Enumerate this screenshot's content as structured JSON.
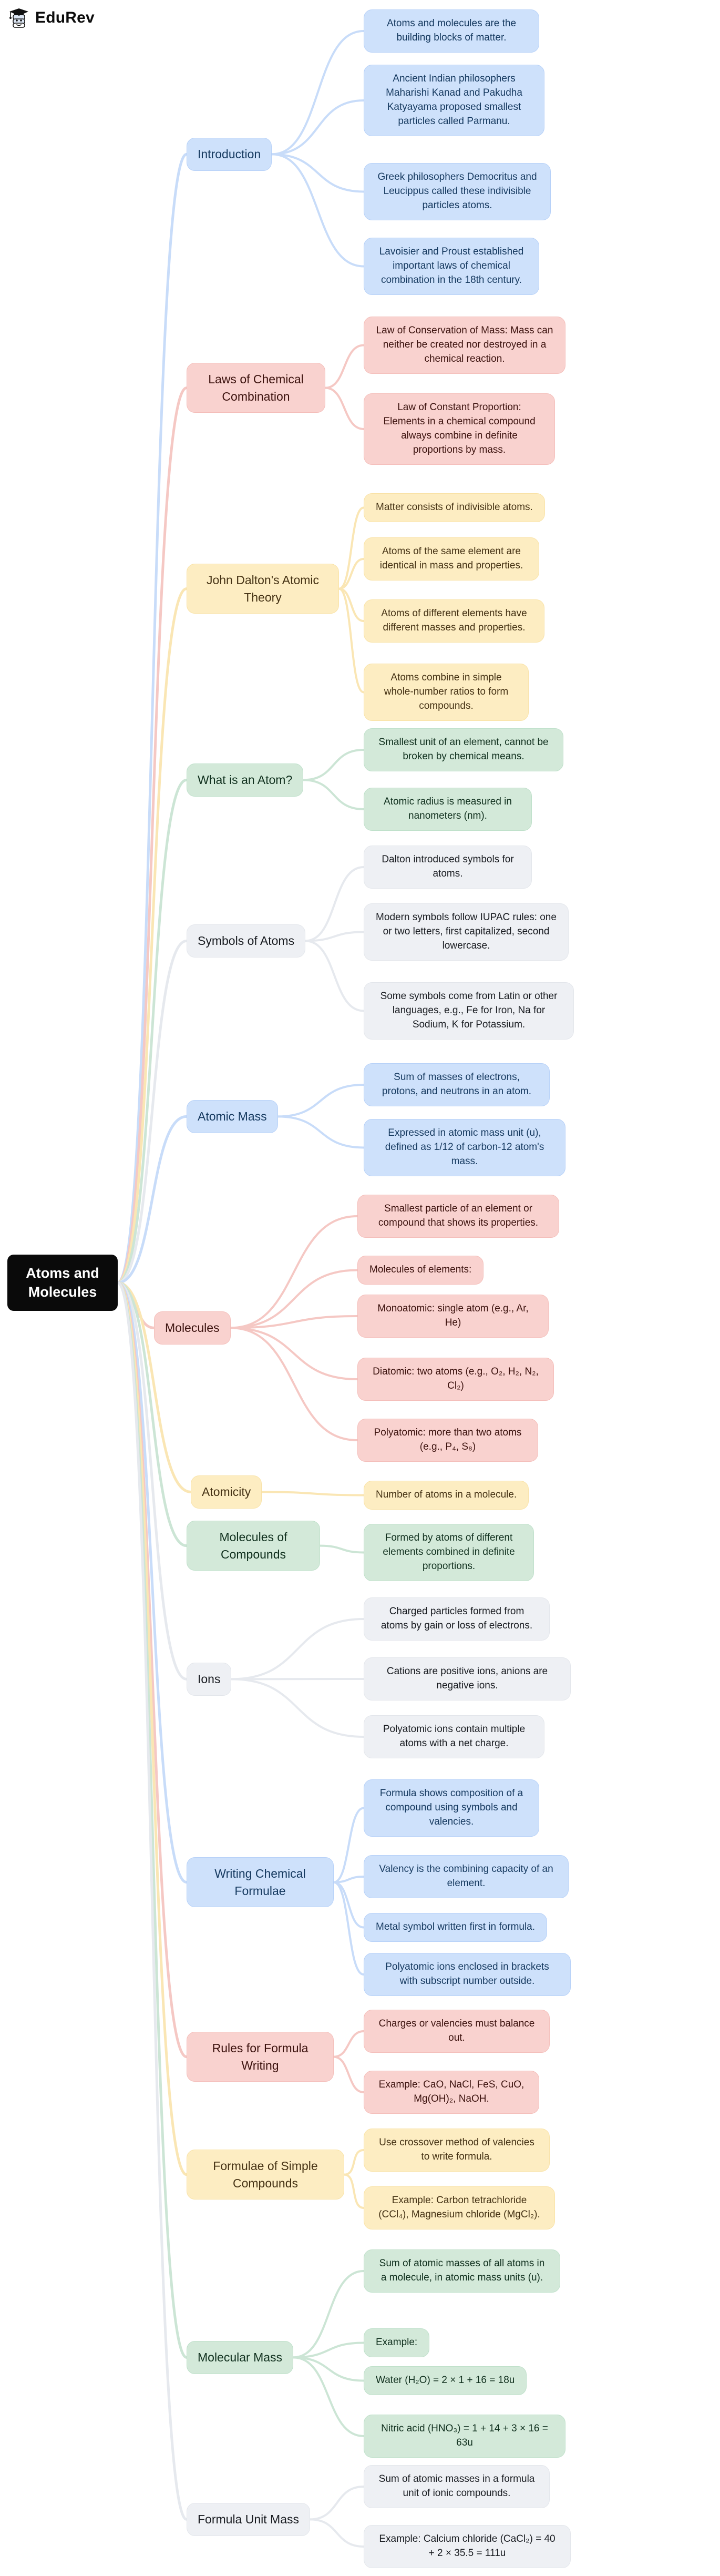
{
  "logo": {
    "brand": "EduRev"
  },
  "root": {
    "title": "Atoms and Molecules"
  },
  "palette": {
    "blue": {
      "bg": "#cee1fb",
      "border": "#b7d1f8",
      "text": "#15395f",
      "edge": "#c8dcf9"
    },
    "red": {
      "bg": "#f9d2cf",
      "border": "#f4beba",
      "text": "#3c120e",
      "edge": "#f5c8c4"
    },
    "yellow": {
      "bg": "#fdedc2",
      "border": "#f9e2a6",
      "text": "#453214",
      "edge": "#fae6b4"
    },
    "green": {
      "bg": "#d3e9d9",
      "border": "#bfe0ca",
      "text": "#10301e",
      "edge": "#cce5d5"
    },
    "gray": {
      "bg": "#eef0f4",
      "border": "#e3e6eb",
      "text": "#181b20",
      "edge": "#e6e9ee"
    }
  },
  "branches": [
    {
      "topic": "Introduction",
      "color": "blue",
      "leaves": [
        "Atoms and molecules are the building blocks of matter.",
        "Ancient Indian philosophers Maharishi Kanad and Pakudha Katyayama proposed smallest particles called Parmanu.",
        "Greek philosophers Democritus and Leucippus called these indivisible particles atoms.",
        "Lavoisier and Proust established important laws of chemical combination in the 18th century."
      ]
    },
    {
      "topic": "Laws of Chemical Combination",
      "color": "red",
      "leaves": [
        "Law of Conservation of Mass: Mass can neither be created nor destroyed in a chemical reaction.",
        "Law of Constant Proportion: Elements in a chemical compound always combine in definite proportions by mass."
      ]
    },
    {
      "topic": "John Dalton's Atomic Theory",
      "color": "yellow",
      "leaves": [
        "Matter consists of indivisible atoms.",
        "Atoms of the same element are identical in mass and properties.",
        "Atoms of different elements have different masses and properties.",
        "Atoms combine in simple whole-number ratios to form compounds."
      ]
    },
    {
      "topic": "What is an Atom?",
      "color": "green",
      "leaves": [
        "Smallest unit of an element, cannot be broken by chemical means.",
        "Atomic radius is measured in nanometers (nm)."
      ]
    },
    {
      "topic": "Symbols of Atoms",
      "color": "gray",
      "leaves": [
        "Dalton introduced symbols for atoms.",
        "Modern symbols follow IUPAC rules: one or two letters, first capitalized, second lowercase.",
        "Some symbols come from Latin or other languages, e.g., Fe for Iron, Na for Sodium, K for Potassium."
      ]
    },
    {
      "topic": "Atomic Mass",
      "color": "blue",
      "leaves": [
        "Sum of masses of electrons, protons, and neutrons in an atom.",
        "Expressed in atomic mass unit (u), defined as 1/12 of carbon-12 atom's mass."
      ]
    },
    {
      "topic": "Molecules",
      "color": "red",
      "leaves": [
        "Smallest particle of an element or compound that shows its properties.",
        "Molecules of elements:",
        "Monoatomic: single atom (e.g., Ar, He)",
        "Diatomic: two atoms (e.g., O₂, H₂, N₂, Cl₂)",
        "Polyatomic: more than two atoms (e.g., P₄, S₈)"
      ]
    },
    {
      "topic": "Atomicity",
      "color": "yellow",
      "leaves": [
        "Number of atoms in a molecule."
      ]
    },
    {
      "topic": "Molecules of Compounds",
      "color": "green",
      "leaves": [
        "Formed by atoms of different elements combined in definite proportions."
      ]
    },
    {
      "topic": "Ions",
      "color": "gray",
      "leaves": [
        "Charged particles formed from atoms by gain or loss of electrons.",
        "Cations are positive ions, anions are negative ions.",
        "Polyatomic ions contain multiple atoms with a net charge."
      ]
    },
    {
      "topic": "Writing Chemical Formulae",
      "color": "blue",
      "leaves": [
        "Formula shows composition of a compound using symbols and valencies.",
        "Valency is the combining capacity of an element.",
        "Metal symbol written first in formula.",
        "Polyatomic ions enclosed in brackets with subscript number outside."
      ]
    },
    {
      "topic": "Rules for Formula Writing",
      "color": "red",
      "leaves": [
        "Charges or valencies must balance out.",
        "Example: CaO, NaCl, FeS, CuO, Mg(OH)₂, NaOH."
      ]
    },
    {
      "topic": "Formulae of Simple Compounds",
      "color": "yellow",
      "leaves": [
        "Use crossover method of valencies to write formula.",
        "Example: Carbon tetrachloride (CCl₄), Magnesium chloride (MgCl₂)."
      ]
    },
    {
      "topic": "Molecular Mass",
      "color": "green",
      "leaves": [
        "Sum of atomic masses of all atoms in a molecule, in atomic mass units (u).",
        "Example:",
        "Water (H₂O) = 2 × 1 + 16 = 18u",
        "Nitric acid (HNO₃) = 1 + 14 + 3 × 16 = 63u"
      ]
    },
    {
      "topic": "Formula Unit Mass",
      "color": "gray",
      "leaves": [
        "Sum of atomic masses in a formula unit of ionic compounds.",
        "Example: Calcium chloride (CaCl₂) = 40 + 2 × 35.5 = 111u"
      ]
    }
  ]
}
